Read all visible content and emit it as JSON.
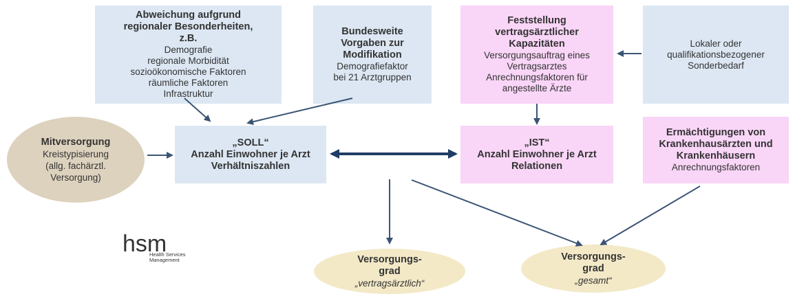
{
  "boxes": {
    "regional": {
      "title": "Abweichung aufgrund regionaler Besonderheiten, z.B.",
      "lines": [
        "Demografie",
        "regionale Morbidität",
        "sozioökonomische Faktoren",
        "räumliche Faktoren",
        "Infrastruktur"
      ]
    },
    "bundesweit": {
      "title_lines": [
        "Bundesweite",
        "Vorgaben zur",
        "Modifikation"
      ],
      "lines": [
        "Demografiefaktor",
        "bei 21 Arztgruppen"
      ]
    },
    "feststellung": {
      "title_lines": [
        "Feststellung",
        "vertragsärztlicher",
        "Kapazitäten"
      ],
      "lines": [
        "Versorgungsauftrag eines",
        "Vertragsarztes",
        "Anrechnungsfaktoren für",
        "angestellte Ärzte"
      ]
    },
    "sonderbedarf": {
      "lines": [
        "Lokaler oder",
        "qualifikationsbezogener",
        "Sonderbedarf"
      ]
    },
    "soll": {
      "title": "„SOLL“",
      "lines": [
        "Anzahl Einwohner je Arzt",
        "Verhältniszahlen"
      ]
    },
    "ist": {
      "title": "„IST“",
      "lines": [
        "Anzahl Einwohner je Arzt",
        "Relationen"
      ]
    },
    "ermaechtigungen": {
      "title_lines": [
        "Ermächtigungen von",
        "Krankenhausärzten und",
        "Krankenhäusern"
      ],
      "lines": [
        "Anrechnungsfaktoren"
      ]
    }
  },
  "ellipses": {
    "mitversorgung": {
      "title": "Mitversorgung",
      "lines": [
        "Kreistypisierung",
        "(allg. fachärztl.",
        "Versorgung)"
      ]
    },
    "grad_vertrag": {
      "title_lines": [
        "Versorgungs-",
        "grad"
      ],
      "subtitle": "„vertragsärztlich“"
    },
    "grad_gesamt": {
      "title_lines": [
        "Versorgungs-",
        "grad"
      ],
      "subtitle": "„gesamt“"
    }
  },
  "logo": {
    "mark": "hsm",
    "lines": [
      "Health Services",
      "Management"
    ]
  },
  "colors": {
    "blue_box": "#dce7f3",
    "pink_box": "#f9d5f7",
    "tan_ellipse": "#ddd2be",
    "cream_ellipse": "#f3e9c7",
    "arrow": "#3b5474",
    "double_arrow": "#1f3d66"
  }
}
